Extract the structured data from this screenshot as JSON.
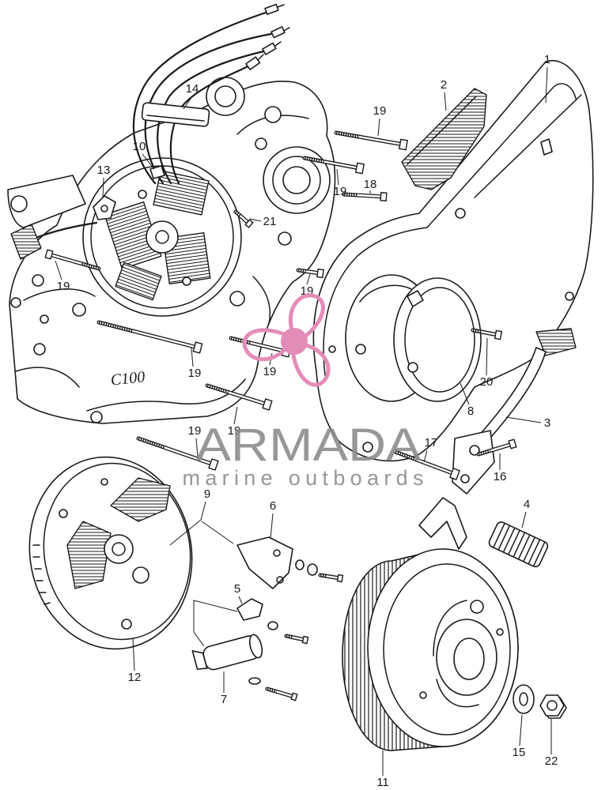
{
  "diagram": {
    "callouts": [
      "1",
      "2",
      "19",
      "14",
      "10",
      "13",
      "19",
      "18",
      "21",
      "19",
      "19",
      "19",
      "19",
      "20",
      "8",
      "3",
      "19",
      "19",
      "17",
      "16",
      "9",
      "6",
      "4",
      "5",
      "12",
      "7",
      "15",
      "22",
      "11"
    ],
    "casting_text": "C100"
  },
  "watermark": {
    "brand": "ARMADA",
    "tagline": "marine outboards"
  },
  "colors": {
    "line": "#1a1a1a",
    "logo_pink": "#e48cb8",
    "watermark_gray": "#8c8c8c"
  },
  "icons": {
    "logo": "propeller-logo-icon"
  }
}
